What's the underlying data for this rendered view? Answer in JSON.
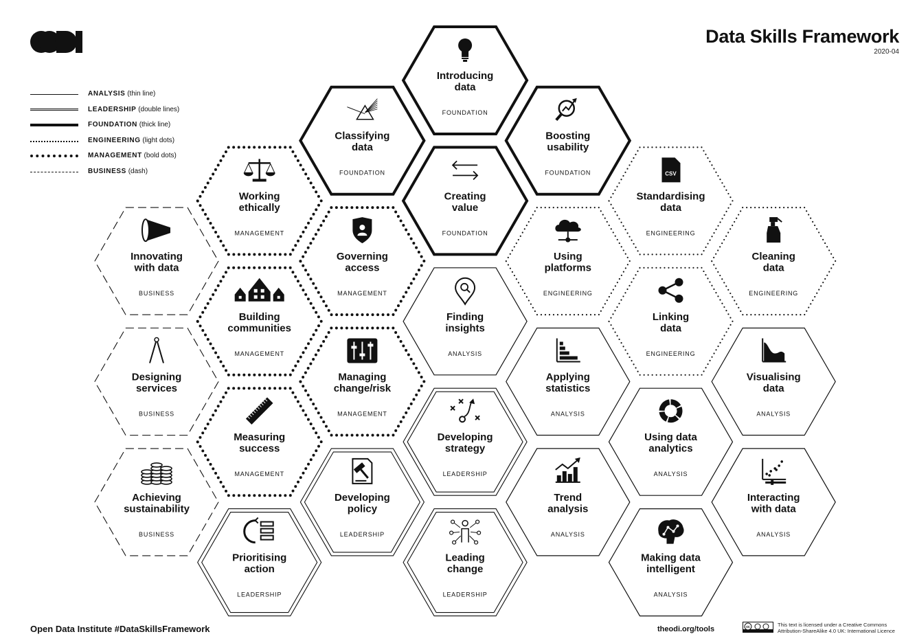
{
  "header": {
    "title": "Data Skills Framework",
    "version": "2020-04",
    "logo_text": "ODI"
  },
  "legend": [
    {
      "style": "analysis",
      "bold": "ANALYSIS",
      "desc": "(thin line)"
    },
    {
      "style": "leadership",
      "bold": "LEADERSHIP",
      "desc": "(double lines)"
    },
    {
      "style": "foundation",
      "bold": "FOUNDATION",
      "desc": "(thick line)"
    },
    {
      "style": "engineering",
      "bold": "ENGINEERING",
      "desc": "(light dots)"
    },
    {
      "style": "management",
      "bold": "MANAGEMENT",
      "desc": "(bold dots)"
    },
    {
      "style": "business",
      "bold": "BUSINESS",
      "desc": "(dash)"
    }
  ],
  "hexagons": [
    {
      "col": 4,
      "row": 0,
      "lines": [
        "Introducing",
        "data"
      ],
      "category": "FOUNDATION",
      "icon": "lightbulb-icon"
    },
    {
      "col": 3,
      "row": 1,
      "lines": [
        "Classifying",
        "data"
      ],
      "category": "FOUNDATION",
      "icon": "prism-icon"
    },
    {
      "col": 5,
      "row": 1,
      "lines": [
        "Boosting",
        "usability"
      ],
      "category": "FOUNDATION",
      "icon": "magnifier-chart-icon"
    },
    {
      "col": 4,
      "row": 2,
      "lines": [
        "Creating",
        "value"
      ],
      "category": "FOUNDATION",
      "icon": "exchange-arrows-icon"
    },
    {
      "col": 2,
      "row": 2,
      "lines": [
        "Working",
        "ethically"
      ],
      "category": "MANAGEMENT",
      "icon": "scales-icon"
    },
    {
      "col": 6,
      "row": 2,
      "lines": [
        "Standardising",
        "data"
      ],
      "category": "ENGINEERING",
      "icon": "csv-file-icon"
    },
    {
      "col": 1,
      "row": 3,
      "lines": [
        "Innovating",
        "with data"
      ],
      "category": "BUSINESS",
      "icon": "megaphone-icon"
    },
    {
      "col": 3,
      "row": 3,
      "lines": [
        "Governing",
        "access"
      ],
      "category": "MANAGEMENT",
      "icon": "shield-user-icon"
    },
    {
      "col": 5,
      "row": 3,
      "lines": [
        "Using",
        "platforms"
      ],
      "category": "ENGINEERING",
      "icon": "cloud-network-icon"
    },
    {
      "col": 7,
      "row": 3,
      "lines": [
        "Cleaning",
        "data"
      ],
      "category": "ENGINEERING",
      "icon": "spray-bottle-icon"
    },
    {
      "col": 2,
      "row": 4,
      "lines": [
        "Building",
        "communities"
      ],
      "category": "MANAGEMENT",
      "icon": "houses-icon"
    },
    {
      "col": 4,
      "row": 4,
      "lines": [
        "Finding",
        "insights"
      ],
      "category": "ANALYSIS",
      "icon": "location-search-icon"
    },
    {
      "col": 6,
      "row": 4,
      "lines": [
        "Linking",
        "data"
      ],
      "category": "ENGINEERING",
      "icon": "share-nodes-icon"
    },
    {
      "col": 1,
      "row": 5,
      "lines": [
        "Designing",
        "services"
      ],
      "category": "BUSINESS",
      "icon": "compass-icon"
    },
    {
      "col": 3,
      "row": 5,
      "lines": [
        "Managing",
        "change/risk"
      ],
      "category": "MANAGEMENT",
      "icon": "sliders-icon"
    },
    {
      "col": 5,
      "row": 5,
      "lines": [
        "Applying",
        "statistics"
      ],
      "category": "ANALYSIS",
      "icon": "bar-chart-icon"
    },
    {
      "col": 7,
      "row": 5,
      "lines": [
        "Visualising",
        "data"
      ],
      "category": "ANALYSIS",
      "icon": "area-chart-icon"
    },
    {
      "col": 2,
      "row": 6,
      "lines": [
        "Measuring",
        "success"
      ],
      "category": "MANAGEMENT",
      "icon": "ruler-icon"
    },
    {
      "col": 4,
      "row": 6,
      "lines": [
        "Developing",
        "strategy"
      ],
      "category": "LEADERSHIP",
      "icon": "strategy-play-icon"
    },
    {
      "col": 6,
      "row": 6,
      "lines": [
        "Using data",
        "analytics"
      ],
      "category": "ANALYSIS",
      "icon": "donut-chart-icon"
    },
    {
      "col": 1,
      "row": 7,
      "lines": [
        "Achieving",
        "sustainability"
      ],
      "category": "BUSINESS",
      "icon": "coin-stacks-icon"
    },
    {
      "col": 3,
      "row": 7,
      "lines": [
        "Developing",
        "policy"
      ],
      "category": "LEADERSHIP",
      "icon": "document-gavel-icon"
    },
    {
      "col": 5,
      "row": 7,
      "lines": [
        "Trend",
        "analysis"
      ],
      "category": "ANALYSIS",
      "icon": "trend-chart-icon"
    },
    {
      "col": 7,
      "row": 7,
      "lines": [
        "Interacting",
        "with data"
      ],
      "category": "ANALYSIS",
      "icon": "scatter-slider-icon"
    },
    {
      "col": 2,
      "row": 8,
      "lines": [
        "Prioritising",
        "action"
      ],
      "category": "LEADERSHIP",
      "icon": "priority-list-icon"
    },
    {
      "col": 4,
      "row": 8,
      "lines": [
        "Leading",
        "change"
      ],
      "category": "LEADERSHIP",
      "icon": "person-network-icon"
    },
    {
      "col": 6,
      "row": 8,
      "lines": [
        "Making data",
        "intelligent"
      ],
      "category": "ANALYSIS",
      "icon": "brain-icon"
    }
  ],
  "footer": {
    "left": "Open Data Institute  #DataSkillsFramework",
    "link": "theodi.org/tools",
    "license": "This text is licensed under a Creative Commons Attribution-ShareAlike 4.0 UK: International Licence"
  }
}
